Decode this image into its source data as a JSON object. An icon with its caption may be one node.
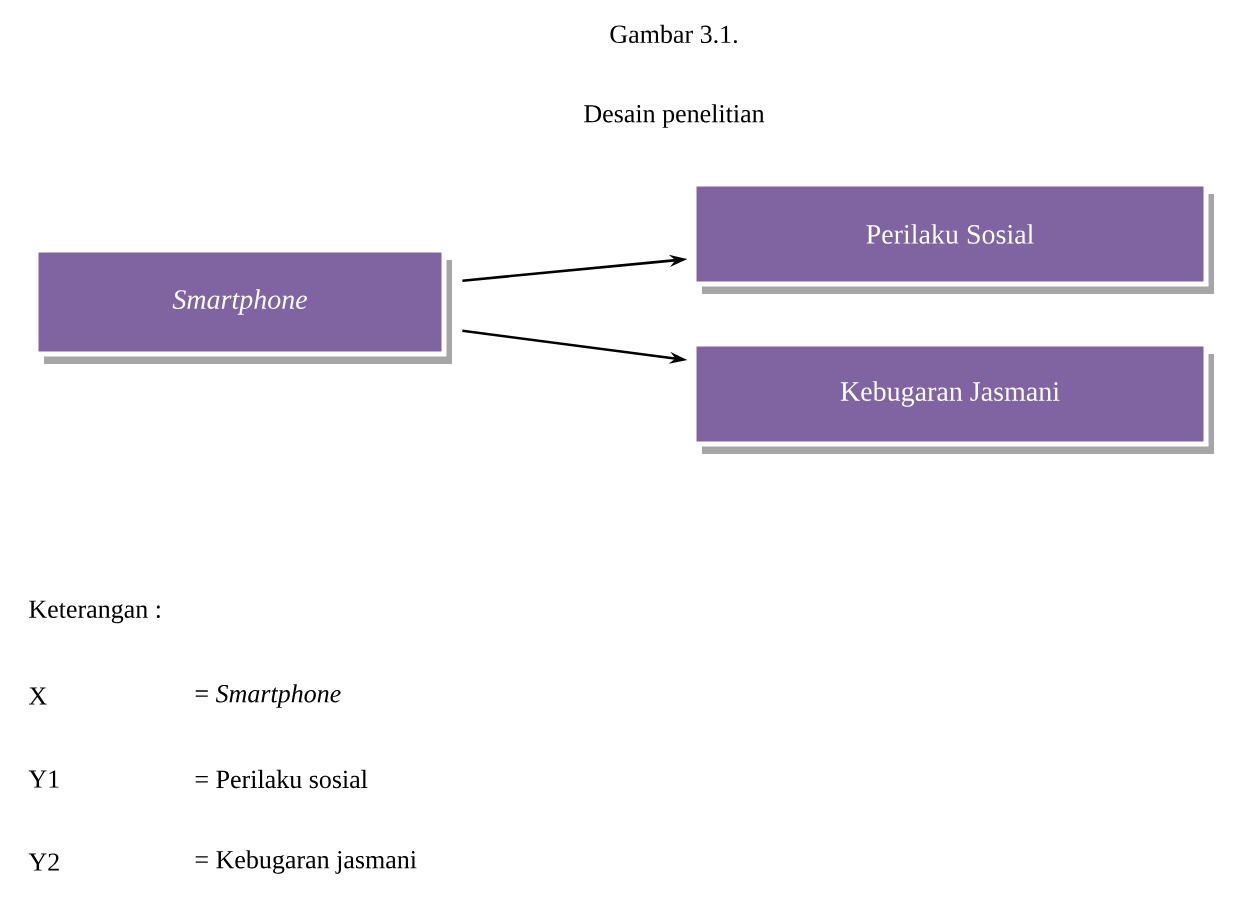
{
  "diagram": {
    "title": "Gambar 3.1.",
    "caption": "Desain penelitian",
    "nodes": [
      {
        "text": [
          "Smartphone"
        ]
      },
      {
        "text": [
          "Perilaku Sosial"
        ]
      },
      {
        "text": [
          "Kebugaran Jasmani"
        ]
      }
    ],
    "edges": [
      {
        "from": 0,
        "to": 1,
        "arrow": "to"
      },
      {
        "from": 0,
        "to": 2,
        "arrow": "to"
      }
    ],
    "labels": [
      "Keterangan :",
      "X",
      "= *Smartphone*",
      "Y1",
      "= Perilaku sosial",
      "Y2",
      "= Kebugaran jasmani"
    ]
  }
}
